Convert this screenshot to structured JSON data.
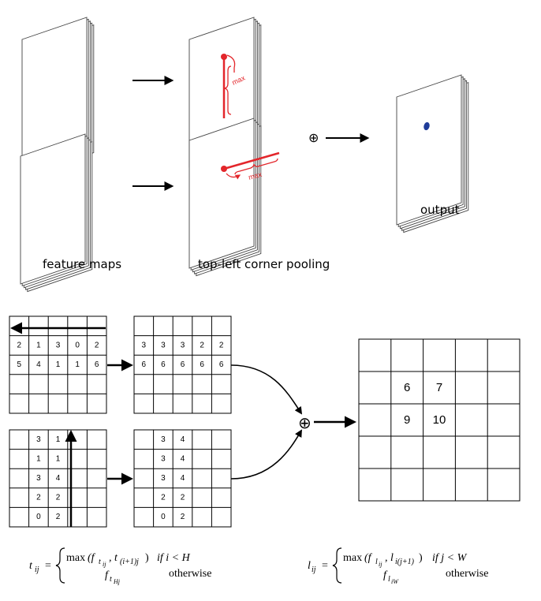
{
  "labels": {
    "feature_maps": "feature maps",
    "pooling": "top-left corner pooling",
    "output": "output",
    "max_vertical": "max",
    "max_horizontal": "max",
    "oplus_top": "⊕",
    "oplus_bottom": "⊕"
  },
  "colors": {
    "pool_red": "#e3262b",
    "output_dot": "#1f3c99"
  },
  "grids": {
    "top_input": [
      [
        "",
        "",
        "",
        "",
        ""
      ],
      [
        "2",
        "1",
        "3",
        "0",
        "2"
      ],
      [
        "5",
        "4",
        "1",
        "1",
        "6"
      ],
      [
        "",
        "",
        "",
        "",
        ""
      ],
      [
        "",
        "",
        "",
        "",
        ""
      ]
    ],
    "top_output": [
      [
        "",
        "",
        "",
        "",
        ""
      ],
      [
        "3",
        "3",
        "3",
        "2",
        "2"
      ],
      [
        "6",
        "6",
        "6",
        "6",
        "6"
      ],
      [
        "",
        "",
        "",
        "",
        ""
      ],
      [
        "",
        "",
        "",
        "",
        ""
      ]
    ],
    "bottom_input": [
      [
        "",
        "3",
        "1",
        "",
        ""
      ],
      [
        "",
        "1",
        "1",
        "",
        ""
      ],
      [
        "",
        "3",
        "4",
        "",
        ""
      ],
      [
        "",
        "2",
        "2",
        "",
        ""
      ],
      [
        "",
        "0",
        "2",
        "",
        ""
      ]
    ],
    "bottom_output": [
      [
        "",
        "3",
        "4",
        "",
        ""
      ],
      [
        "",
        "3",
        "4",
        "",
        ""
      ],
      [
        "",
        "3",
        "4",
        "",
        ""
      ],
      [
        "",
        "2",
        "2",
        "",
        ""
      ],
      [
        "",
        "0",
        "2",
        "",
        ""
      ]
    ],
    "result": [
      [
        "",
        "",
        "",
        "",
        ""
      ],
      [
        "",
        "6",
        "7",
        "",
        ""
      ],
      [
        "",
        "9",
        "10",
        "",
        ""
      ],
      [
        "",
        "",
        "",
        "",
        ""
      ],
      [
        "",
        "",
        "",
        "",
        ""
      ]
    ]
  },
  "formulas": {
    "t": {
      "lhs": "t",
      "lhs_sub": "ij",
      "eq": "=",
      "case1_max": "max",
      "case1_args": "(f",
      "case1_args_sub": "t",
      "case1_args_subsub": "ij",
      "case1_args_2": ", t",
      "case1_args_2_sub": "(i+1)j",
      "case1_close": ")",
      "case1_cond": "if i < H",
      "case2_val": "f",
      "case2_sub": "t",
      "case2_subsub": "Hj",
      "case2_cond": "otherwise"
    },
    "l": {
      "lhs": "l",
      "lhs_sub": "ij",
      "eq": "=",
      "case1_max": "max",
      "case1_args": "(f",
      "case1_args_sub": "l",
      "case1_args_subsub": "ij",
      "case1_args_2": ", l",
      "case1_args_2_sub": "i(j+1)",
      "case1_close": ")",
      "case1_cond": "if j < W",
      "case2_val": "f",
      "case2_sub": "l",
      "case2_subsub": "iW",
      "case2_cond": "otherwise"
    }
  }
}
